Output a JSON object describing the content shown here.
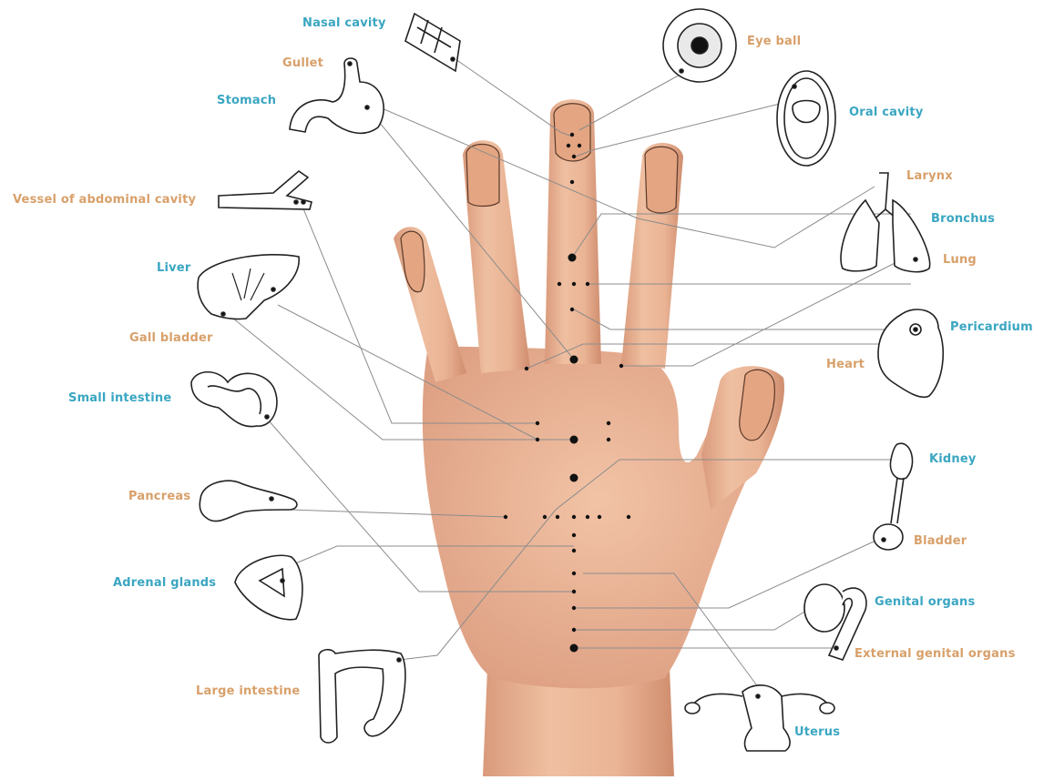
{
  "colors": {
    "label_blue": "#3aa6c2",
    "label_orange": "#d8a06a",
    "skin": "#e9b08f",
    "skin_shadow": "#c98467",
    "leader_line": "#8c8c8c",
    "point": "#111111",
    "organ_stroke": "#222222"
  },
  "labels": {
    "nasal_cavity": "Nasal cavity",
    "gullet": "Gullet",
    "stomach": "Stomach",
    "vessel": "Vessel of abdominal cavity",
    "liver": "Liver",
    "gall_bladder": "Gall bladder",
    "small_intestine": "Small intestine",
    "pancreas": "Pancreas",
    "adrenal_glands": "Adrenal glands",
    "large_intestine": "Large intestine",
    "eye_ball": "Eye ball",
    "oral_cavity": "Oral cavity",
    "larynx": "Larynx",
    "bronchus": "Bronchus",
    "lung": "Lung",
    "pericardium": "Pericardium",
    "heart": "Heart",
    "kidney": "Kidney",
    "bladder": "Bladder",
    "genital_organs": "Genital organs",
    "external_genital_organs": "External genital organs",
    "uterus": "Uterus"
  }
}
